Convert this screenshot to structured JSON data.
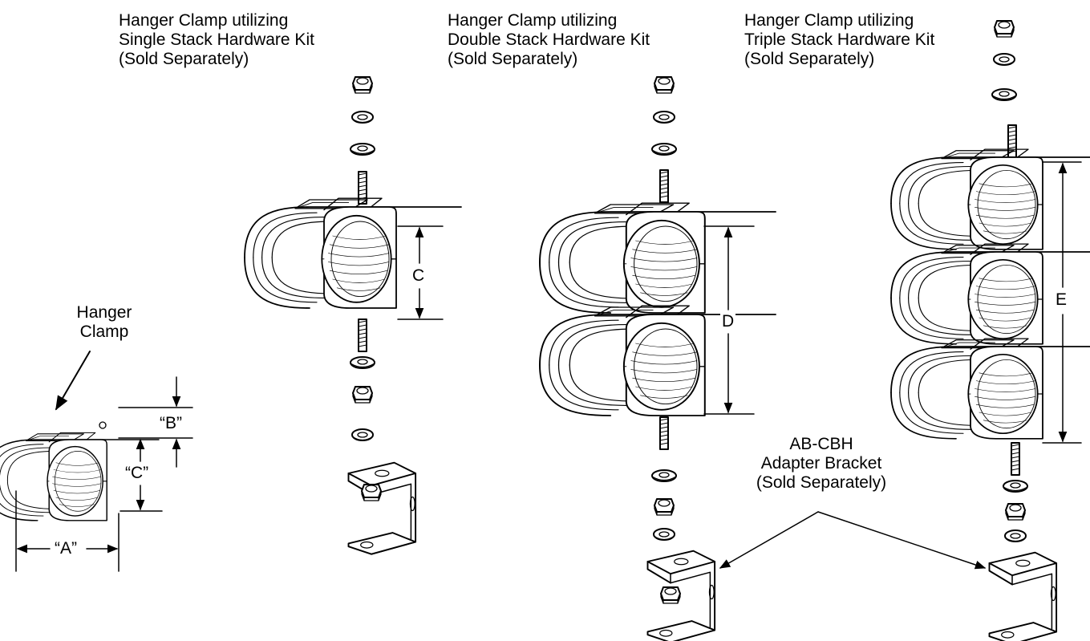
{
  "captions": {
    "single": [
      "Hanger Clamp  utilizing",
      "Single Stack Hardware Kit",
      "(Sold Separately)"
    ],
    "double": [
      "Hanger Clamp  utilizing",
      "Double Stack Hardware Kit",
      "(Sold Separately)"
    ],
    "triple": [
      "Hanger Clamp  utilizing",
      "Triple Stack Hardware Kit",
      "(Sold Separately)"
    ],
    "hanger": [
      "Hanger",
      "Clamp"
    ],
    "adapter": [
      "AB-CBH",
      "Adapter Bracket",
      "(Sold Separately)"
    ]
  },
  "dimensions": {
    "a": "“A”",
    "b": "“B”",
    "c_quoted": "“C”",
    "c": "C",
    "d": "D",
    "e": "E"
  }
}
